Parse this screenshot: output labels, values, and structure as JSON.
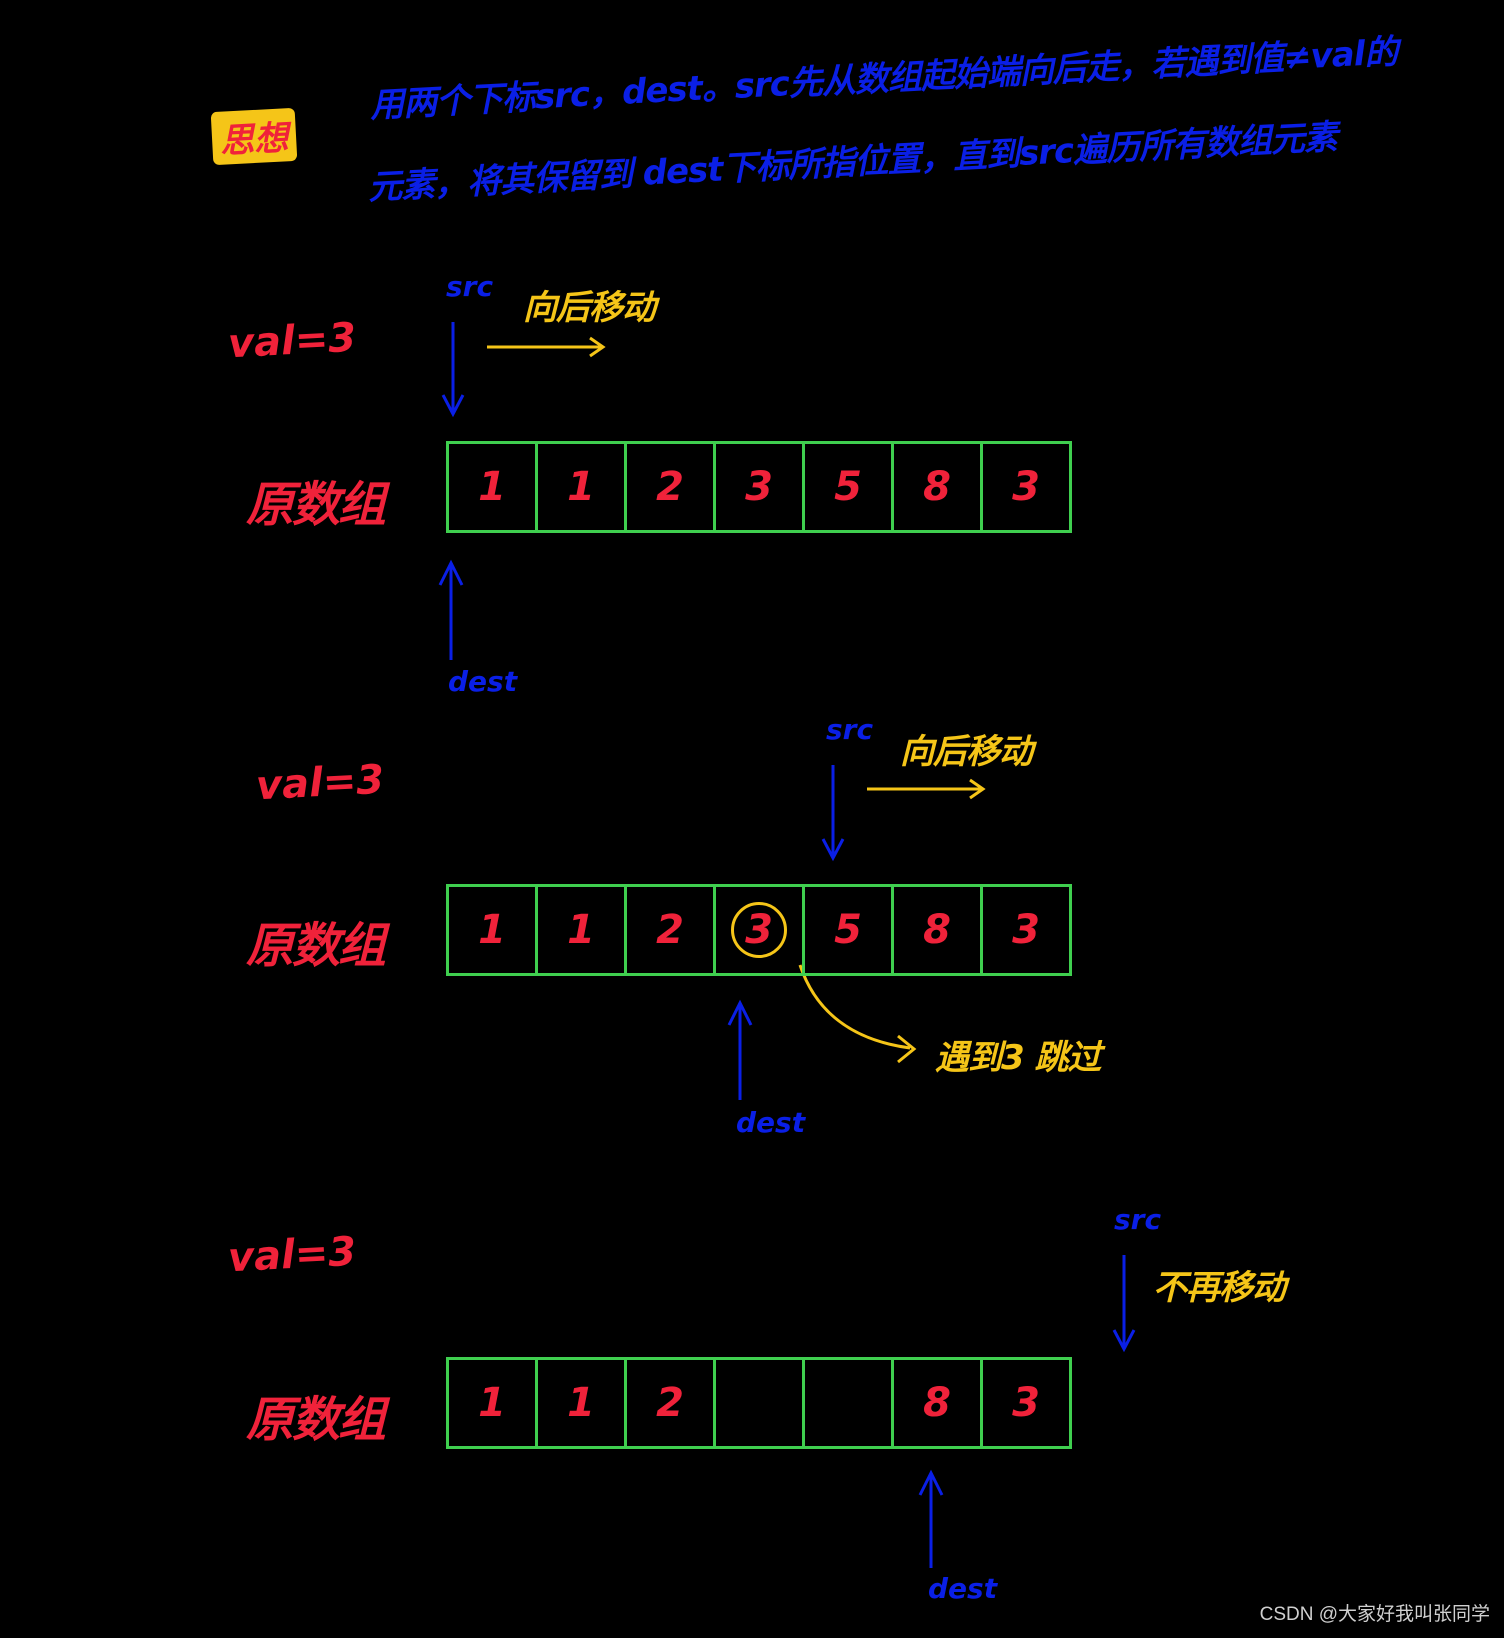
{
  "intro": {
    "tag": "思想",
    "line1": "用两个下标src，dest。src先从数组起始端向后走，若遇到值≠val的",
    "line2": "元素，将其保留到 dest下标所指位置，直到src遍历所有数组元素"
  },
  "panels": [
    {
      "val_label": "val=3",
      "array_label": "原数组",
      "src_label": "src",
      "dest_label": "dest",
      "move_label": "向后移动",
      "cells": [
        "1",
        "1",
        "2",
        "3",
        "5",
        "8",
        "3"
      ]
    },
    {
      "val_label": "val=3",
      "array_label": "原数组",
      "src_label": "src",
      "dest_label": "dest",
      "move_label": "向后移动",
      "note_label": "遇到3 跳过",
      "circled_index": 3,
      "cells": [
        "1",
        "1",
        "2",
        "3",
        "5",
        "8",
        "3"
      ]
    },
    {
      "val_label": "val=3",
      "array_label": "原数组",
      "src_label": "src",
      "dest_label": "dest",
      "move_label": "不再移动",
      "cells": [
        "1",
        "1",
        "2",
        "",
        "",
        "8",
        "3"
      ]
    }
  ],
  "credit": "CSDN @大家好我叫张同学",
  "colors": {
    "pointer": "#0a1fe6",
    "label": "#f0223a",
    "accent": "#f5c518",
    "cell_border": "#3fcf4f"
  }
}
